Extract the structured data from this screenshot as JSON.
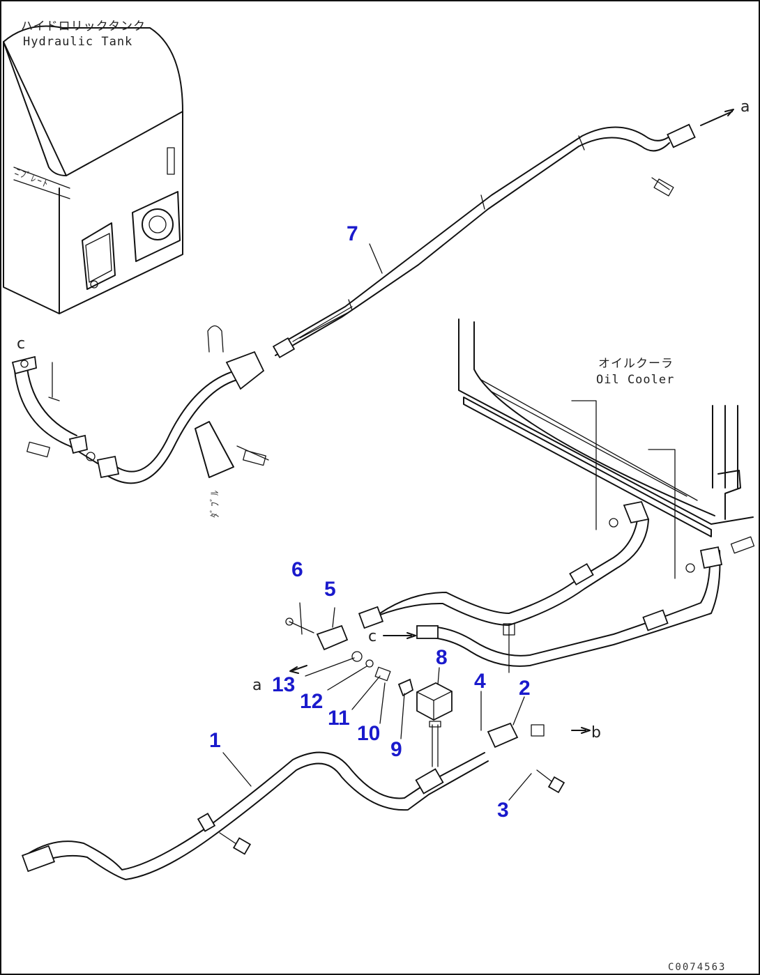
{
  "labels": {
    "hydraulic_tank_jp": "ハイドロリックタンク",
    "hydraulic_tank_en": "Hydraulic Tank",
    "oil_cooler_jp": "オイルクーラ",
    "oil_cooler_en": "Oil Cooler",
    "drawing_code": "C0074563"
  },
  "refs": {
    "a": "a",
    "b": "b",
    "c": "c"
  },
  "callouts": [
    "1",
    "2",
    "3",
    "4",
    "5",
    "6",
    "7",
    "8",
    "9",
    "10",
    "11",
    "12",
    "13"
  ]
}
